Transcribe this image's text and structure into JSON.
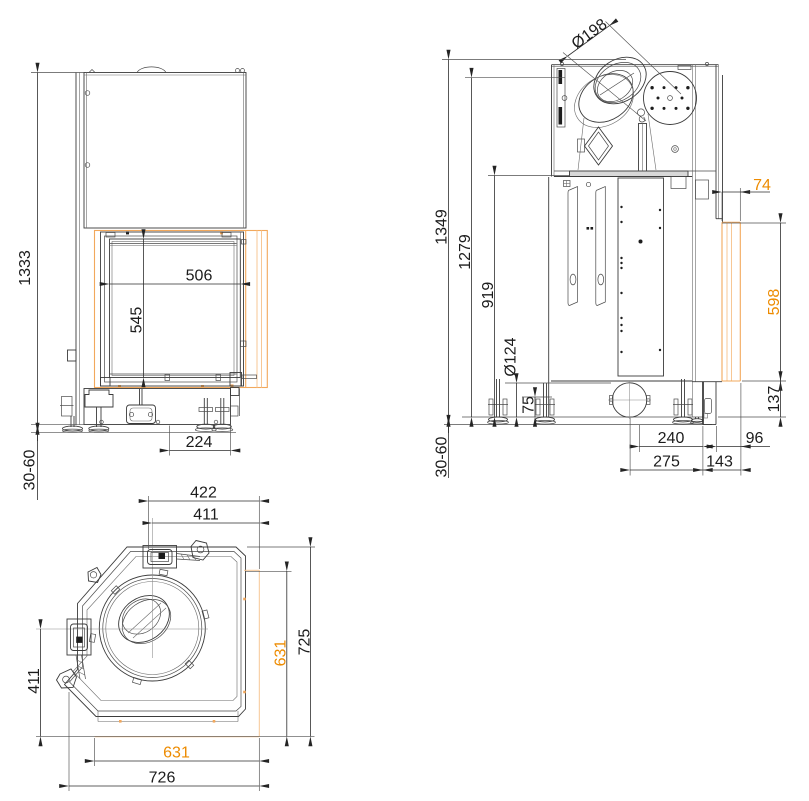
{
  "drawing": {
    "type": "technical-dimension-drawing",
    "unit_colors": {
      "line": "#3b3b3b",
      "accent_text": "#ED8B00",
      "accent_frame": "#F2A85C"
    },
    "views": {
      "front": {
        "dims": {
          "height_total": "1333",
          "glass_width": "506",
          "glass_height": "545",
          "feet_offset": "224",
          "leveling_range": "30-60"
        }
      },
      "side": {
        "dims": {
          "flue_diameter": "Ø198",
          "height_to_flue": "1349",
          "height_body": "1279",
          "height_firebox_top": "919",
          "air_duct_diameter": "Ø124",
          "air_duct_height": "75",
          "leveling_range": "30-60",
          "frame_offset": "74",
          "frame_height": "598",
          "plinth_height": "137",
          "duct_depth": "240",
          "rear_offset": "96",
          "base_depth": "275",
          "frame_depth": "143"
        }
      },
      "top": {
        "dims": {
          "width_bracket": "422",
          "width_center": "411",
          "depth_center": "411",
          "frame_width": "631",
          "frame_depth": "631",
          "depth_total": "725",
          "width_total": "726"
        }
      }
    }
  }
}
